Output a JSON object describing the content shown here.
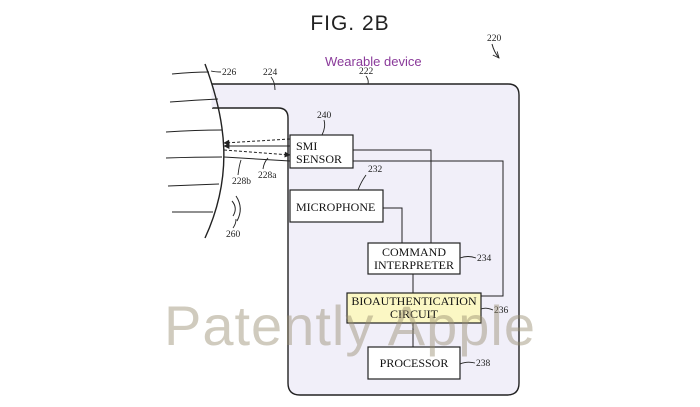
{
  "figure": {
    "title": "FIG. 2B"
  },
  "device": {
    "label": "Wearable device",
    "label_color": "#8a3a9a",
    "fill_color": "#f1eff9"
  },
  "blocks": {
    "smi_sensor": {
      "line1": "SMI",
      "line2": "SENSOR",
      "ref": "240"
    },
    "microphone": {
      "label": "MICROPHONE",
      "ref": "232"
    },
    "command_interpreter": {
      "line1": "COMMAND",
      "line2": "INTERPRETER",
      "ref": "234"
    },
    "bioauthentication_circuit": {
      "line1": "BIOAUTHENTICATION",
      "line2": "CIRCUIT",
      "ref": "236",
      "fill_color": "#fbf7c4"
    },
    "processor": {
      "label": "PROCESSOR",
      "ref": "238"
    }
  },
  "refs": {
    "figure_ref": "220",
    "housing": "222",
    "gap": "224",
    "ear": "226",
    "beam_a": "228a",
    "beam_b": "228b",
    "vibration": "260"
  },
  "watermark": "Patently Apple"
}
